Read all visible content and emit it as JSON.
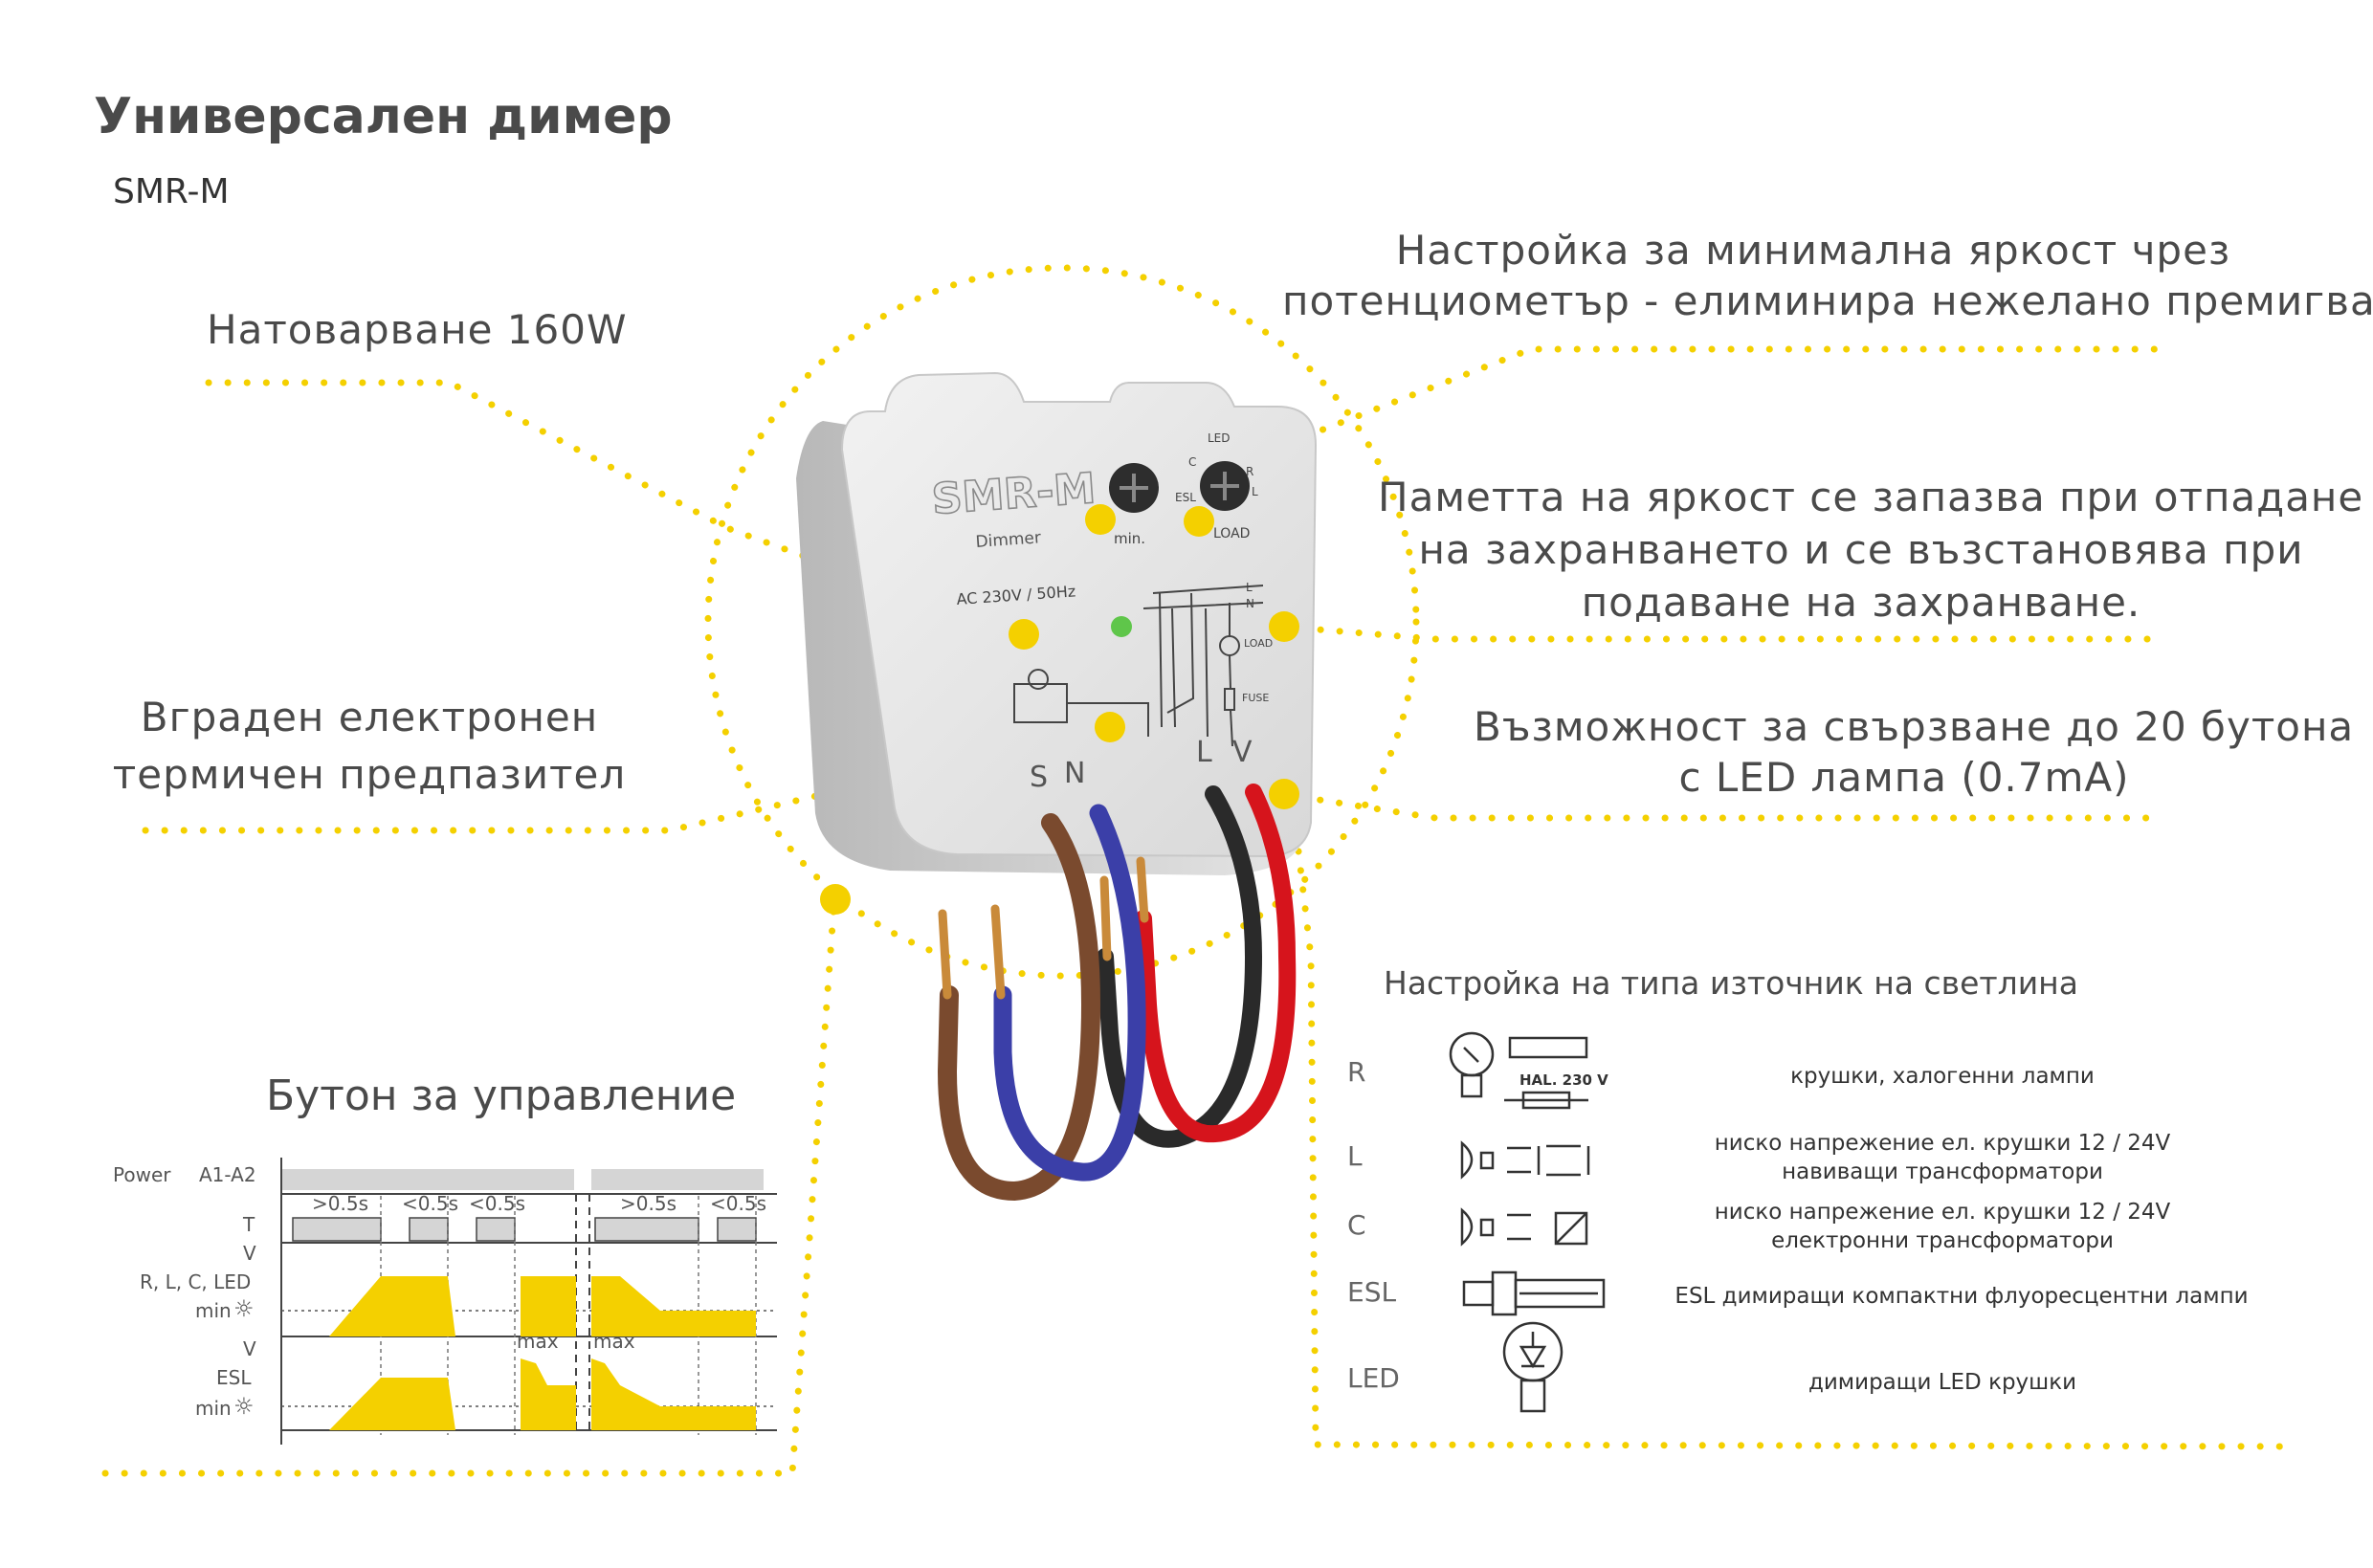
{
  "title": "Универсален димер",
  "model": "SMR-M",
  "callouts": {
    "load": "Натоварване 160W",
    "min_brightness_line1": "Настройка за минимална яркост чрез",
    "min_brightness_line2": "потенциометър - елиминира нежелано премигване",
    "memory_line1": "Паметта на яркост се запазва при отпадане",
    "memory_line2": "на захранването и се възстановява при",
    "memory_line3": "подаване на захранване.",
    "fuse_line1": "Вграден електронен",
    "fuse_line2": "термичен предпазител",
    "buttons_line1": "Възможност за свързване до 20 бутона",
    "buttons_line2": "с LED лампа (0.7mA)"
  },
  "device": {
    "label": "SMR-M",
    "sublabel": "Dimmer",
    "rating": "AC 230V / 50Hz",
    "knob_min": "min.",
    "knob_load": "LOAD",
    "knob_led": "LED",
    "knob_esl": "ESL",
    "knob_c": "C",
    "knob_r": "R",
    "knob_l": "L",
    "schematic_l": "L",
    "schematic_n": "N",
    "schematic_load": "LOAD",
    "schematic_fuse": "FUSE",
    "terminal_s": "S",
    "terminal_n": "N",
    "terminal_l": "L",
    "terminal_v": "V"
  },
  "wire_colors": {
    "brown": "#7a4a2e",
    "blue": "#3b3fa8",
    "black": "#2a2a2a",
    "red": "#d6141c"
  },
  "accent_color": "#f4d000",
  "control_section": {
    "title": "Бутон за управление",
    "power_label": "Power",
    "a1a2_label": "A1-A2",
    "t_label": "T",
    "v_label": "V",
    "rlc_label": "R, L, C, LED",
    "min_label": "min",
    "esl_label": "ESL",
    "max_label": "max",
    "pulse_labels": [
      ">0.5s",
      "<0.5s",
      "<0.5s",
      ">0.5s",
      "<0.5s"
    ]
  },
  "source_section": {
    "title": "Настройка на типа източник на светлина",
    "hal_label": "HAL. 230 V",
    "rows": [
      {
        "code": "R",
        "icon": "incandescent-bulb-icon",
        "desc": [
          "крушки, халогенни лампи"
        ]
      },
      {
        "code": "L",
        "icon": "wound-transformer-icon",
        "desc": [
          "ниско напрежение ел. крушки 12 / 24V",
          "навиващи трансформатори"
        ]
      },
      {
        "code": "C",
        "icon": "electronic-transformer-icon",
        "desc": [
          "ниско напрежение ел. крушки 12 / 24V",
          "електронни трансформатори"
        ]
      },
      {
        "code": "ESL",
        "icon": "esl-lamp-icon",
        "desc": [
          "ESL димиращи компактни флуоресцентни лампи"
        ]
      },
      {
        "code": "LED",
        "icon": "led-bulb-icon",
        "desc": [
          "димиращи LED крушки"
        ]
      }
    ]
  }
}
